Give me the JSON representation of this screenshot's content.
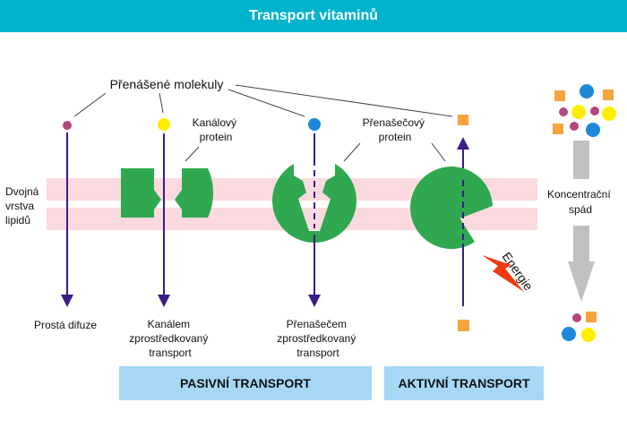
{
  "title": "Transport vitaminů",
  "labels": {
    "molecules": "Přenášené molekuly",
    "channel_protein": [
      "Kanálový",
      "protein"
    ],
    "carrier_protein": [
      "Přenašečový",
      "protein"
    ],
    "bilayer": [
      "Dvojná",
      "vrstva",
      "lipidů"
    ],
    "gradient": [
      "Koncentrační",
      "spád"
    ],
    "energy": "Energie",
    "simple_diffusion": "Prostá difuze",
    "channel_transport": [
      "Kanálem",
      "zprostředkovaný",
      "transport"
    ],
    "carrier_transport": [
      "Přenašečem",
      "zprostředkovaný",
      "transport"
    ]
  },
  "bands": {
    "passive": "PASIVNÍ TRANSPORT",
    "active": "AKTIVNÍ TRANSPORT"
  },
  "colors": {
    "header": "#00b3cc",
    "membrane": "#fadadf",
    "protein": "#2fa84f",
    "arrow": "#3a1c8a",
    "magenta": "#b5467f",
    "yellow": "#ffee00",
    "blue": "#1e88d8",
    "orange": "#f5a53c",
    "energy": "#ee3a10",
    "gradient_arrow": "#c0c0c0",
    "band": "#a6d8f5"
  }
}
